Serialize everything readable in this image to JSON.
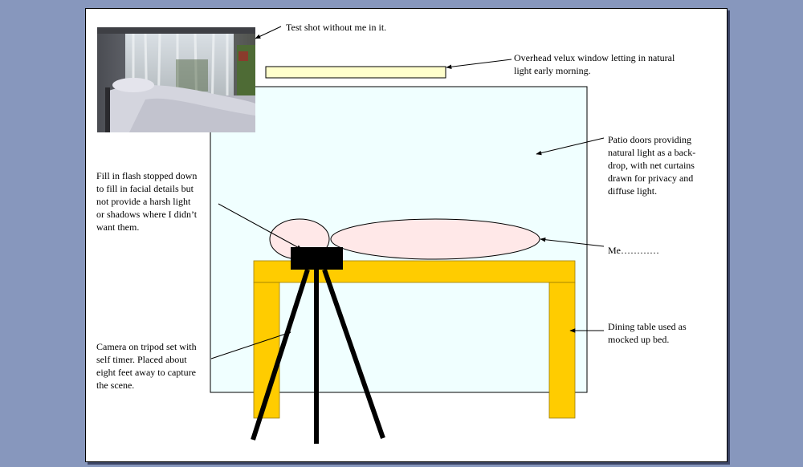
{
  "annotations": {
    "test_shot": "Test shot without me in it.",
    "velux_window": "Overhead velux window letting in natural\nlight early morning.",
    "patio_doors": "Patio doors providing\nnatural light as a back-\ndrop, with net curtains\ndrawn for privacy and\ndiffuse light.",
    "fill_flash": "Fill in flash stopped down\nto fill in facial details but\nnot provide a harsh light\nor shadows where I didn’t\nwant them.",
    "me": "Me…………",
    "camera_tripod": "Camera on tripod set with\nself timer. Placed about\neight feet away to capture\nthe scene.",
    "dining_table": "Dining table used as\nmocked up bed."
  },
  "colors": {
    "background": "#8797bd",
    "patio_doors_fill": "#f0ffff",
    "velux_fill": "#ffffcc",
    "table_fill": "#ffcc00",
    "figure_fill": "#ffe8e8",
    "camera": "#000000"
  }
}
